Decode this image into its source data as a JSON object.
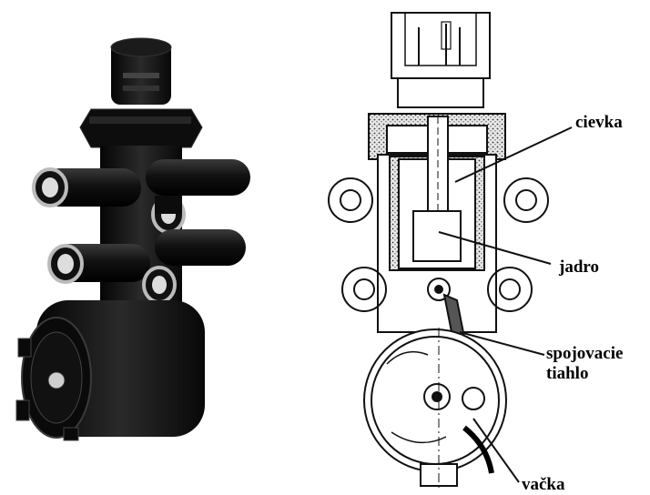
{
  "labels": {
    "coil": "cievka",
    "core": "jadro",
    "rod_line1": "spojovacie",
    "rod_line2": "tiahlo",
    "cam": "vačka"
  }
}
